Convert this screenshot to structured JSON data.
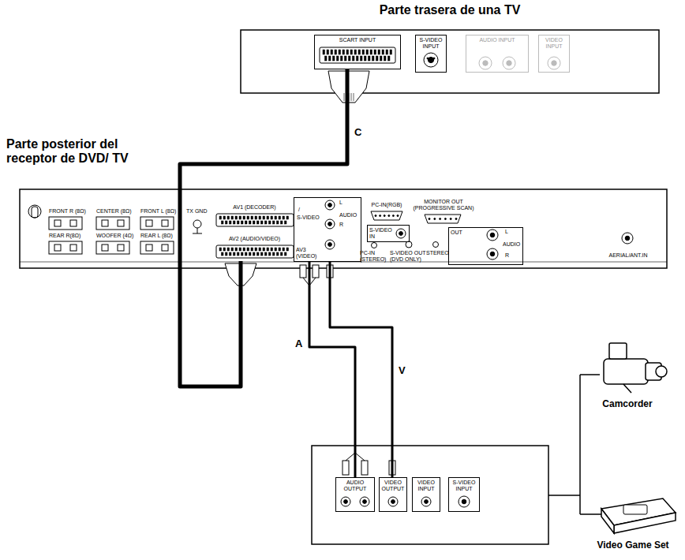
{
  "diagram": {
    "nodes": [
      {
        "text": [
          "Parte trasera de una TV"
        ]
      },
      {
        "text": [
          "SCART INPUT"
        ],
        "in": 0
      },
      {
        "text": [
          "S-VIDEO INPUT"
        ],
        "in": 0
      },
      {
        "text": [
          "AUDIO INPUT"
        ],
        "in": 0
      },
      {
        "text": [
          "VIDEO INPUT"
        ],
        "in": 0
      },
      {
        "text": [
          "Parte posterior del receptor de DVD/ TV"
        ]
      },
      {
        "text": [
          "AV1 (DECODER)"
        ],
        "in": 5
      },
      {
        "text": [
          "AV2 (AUDIO/VIDEO)"
        ],
        "in": 5
      },
      {
        "text": [
          "AV3 (VIDEO)"
        ],
        "in": 5
      },
      {
        "text": [
          "PC-IN(RGB)"
        ],
        "in": 5
      },
      {
        "text": [
          "MONITOR OUT (PROGRESSIVE SCAN)"
        ],
        "in": 5
      },
      {
        "text": [
          "S-VIDEO IN"
        ],
        "in": 5
      },
      {
        "text": [
          "OUT"
        ],
        "in": 5
      },
      {
        "text": [
          "AERIAL/ANT.IN"
        ],
        "in": 5
      },
      {
        "text": [
          "AUDIO OUTPUT"
        ]
      },
      {
        "text": [
          "VIDEO OUTPUT"
        ]
      },
      {
        "text": [
          "VIDEO INPUT"
        ]
      },
      {
        "text": [
          "S-VIDEO INPUT"
        ]
      },
      {
        "text": [
          "Camcorder"
        ]
      },
      {
        "text": [
          "Video Game Set"
        ]
      }
    ],
    "edges": [
      {
        "from": 7,
        "to": 1,
        "label": "C",
        "arrow": "none"
      },
      {
        "from": 8,
        "to": 14,
        "label": "A",
        "arrow": "none"
      },
      {
        "from": 8,
        "to": 15,
        "label": "V",
        "arrow": "none"
      }
    ],
    "labels": [
      "FRONT R (8Ω)",
      "CENTER (8Ω)",
      "FRONT L (8Ω)",
      "REAR R(8Ω)",
      "WOOFER (4Ω)",
      "REAR L (8Ω)",
      "TX GND",
      "L",
      "AUDIO",
      "R",
      "/",
      "S-VIDEO",
      "PC-IN (STEREO)",
      "S-VIDEO OUT (DVD ONLY)",
      "STEREO",
      "L",
      "AUDIO",
      "R"
    ]
  }
}
